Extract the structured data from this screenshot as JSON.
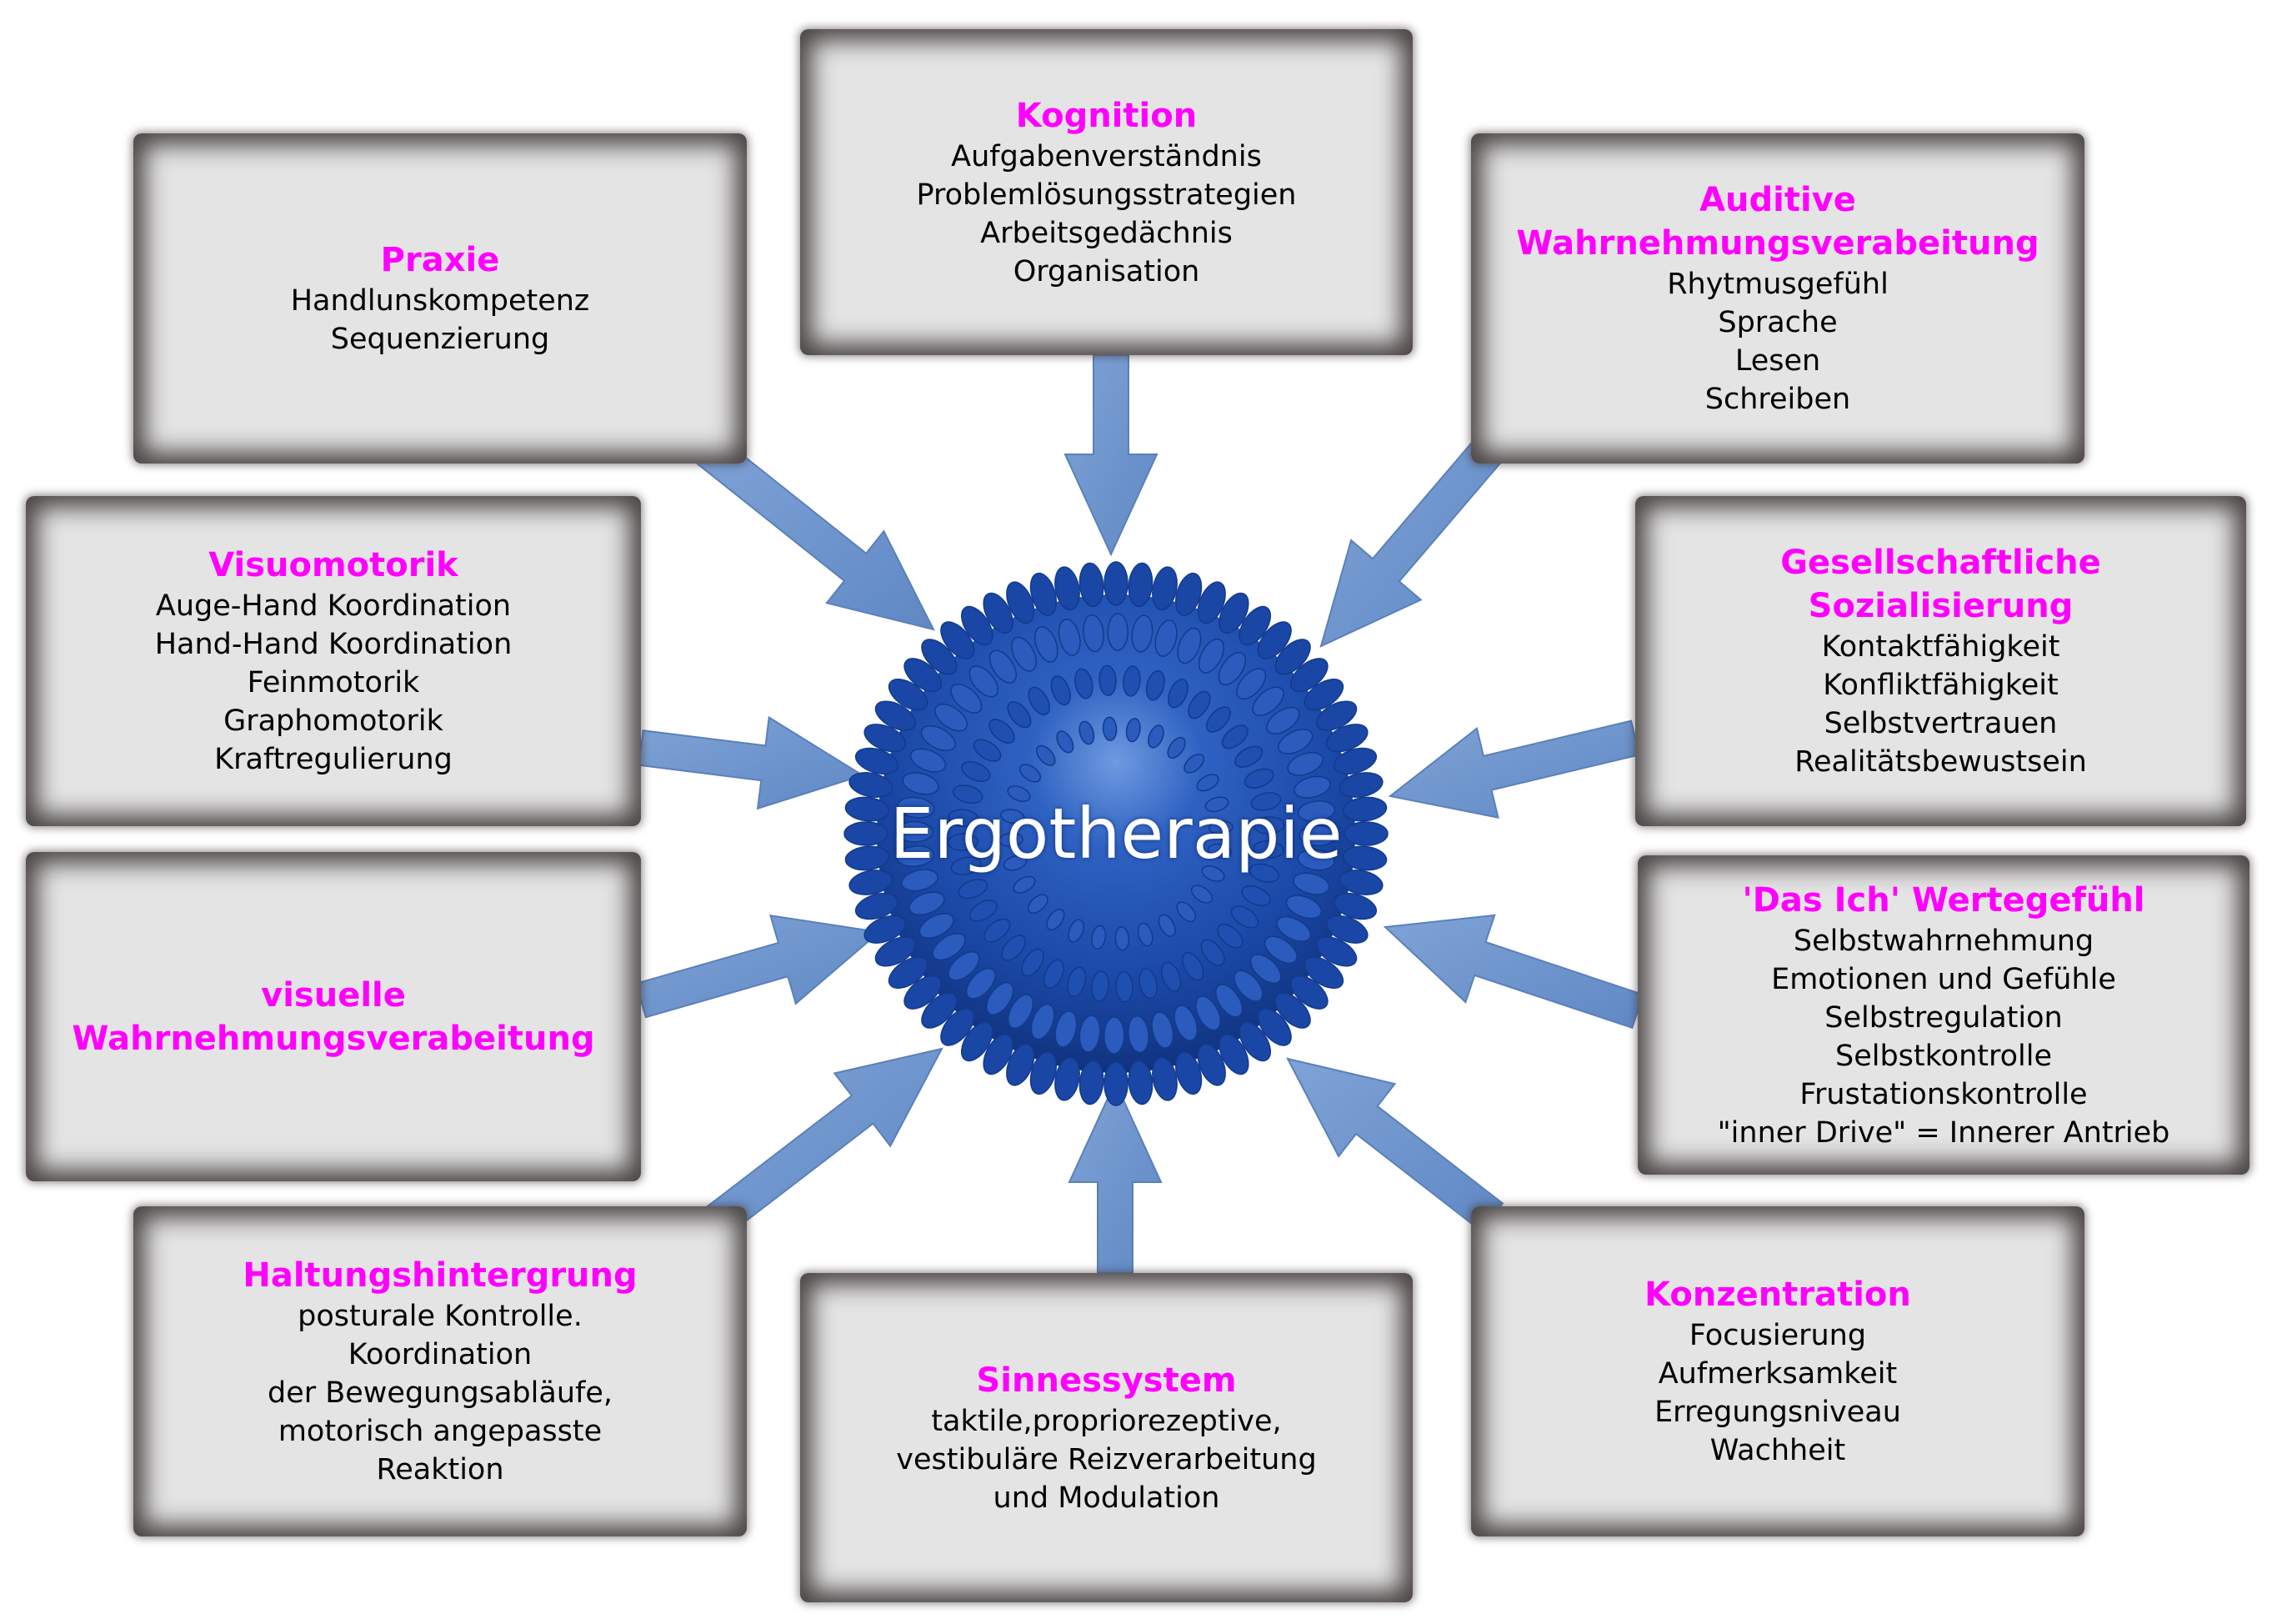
{
  "center": {
    "label": "Ergotherapie"
  },
  "colors": {
    "title": "#ff00ff",
    "text": "#000000",
    "arrow": "#7096cc",
    "box_fill": "#e4e4e4",
    "ball": "#1b49a8"
  },
  "boxes": [
    {
      "id": "kognition",
      "title": "Kognition",
      "lines": [
        "Aufgabenverständnis",
        "Problemlösungsstrategien",
        "Arbeitsgedächnis",
        "Organisation"
      ]
    },
    {
      "id": "praxie",
      "title": "Praxie",
      "lines": [
        "Handlunskompetenz",
        "Sequenzierung"
      ]
    },
    {
      "id": "auditive",
      "title": "Auditive\nWahrnehmungsverabeitung",
      "lines": [
        "Rhytmusgefühl",
        "Sprache",
        "Lesen",
        "Schreiben"
      ]
    },
    {
      "id": "visuomotorik",
      "title": "Visuomotorik",
      "lines": [
        "Auge-Hand Koordination",
        "Hand-Hand Koordination",
        "Feinmotorik",
        "Graphomotorik",
        "Kraftregulierung"
      ]
    },
    {
      "id": "gesellschaftliche",
      "title": "Gesellschaftliche\nSozialisierung",
      "lines": [
        "Kontaktfähigkeit",
        "Konfliktfähigkeit",
        "Selbstvertrauen",
        "Realitätsbewustsein"
      ]
    },
    {
      "id": "visuelle",
      "title": "visuelle\nWahrnehmungsverabeitung",
      "lines": []
    },
    {
      "id": "das-ich",
      "title": "'Das Ich' Wertegefühl",
      "lines": [
        "Selbstwahrnehmung",
        "Emotionen und Gefühle",
        "Selbstregulation",
        "Selbstkontrolle",
        "Frustationskontrolle",
        "\"inner Drive\" = Innerer Antrieb"
      ]
    },
    {
      "id": "haltung",
      "title": "Haltungshintergrung",
      "lines": [
        "posturale Kontrolle.",
        "Koordination",
        "der Bewegungsabläufe,",
        "motorisch angepasste",
        "Reaktion"
      ]
    },
    {
      "id": "sinnessystem",
      "title": "Sinnessystem",
      "lines": [
        "taktile,propriorezeptive,",
        "vestibuläre Reizverarbeitung",
        "und Modulation"
      ]
    },
    {
      "id": "konzentration",
      "title": "Konzentration",
      "lines": [
        "Focusierung",
        "Aufmerksamkeit",
        "Erregungsniveau",
        "Wachheit"
      ]
    }
  ]
}
